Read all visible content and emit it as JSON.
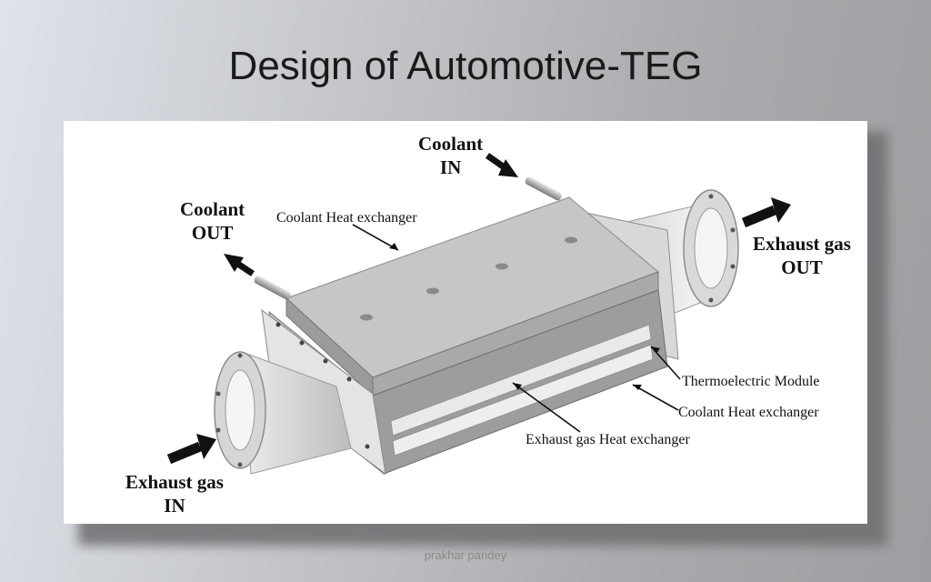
{
  "slide": {
    "title": "Design of Automotive-TEG",
    "footer": "prakhar pandey"
  },
  "diagram": {
    "labels": {
      "coolant_in": [
        "Coolant",
        "IN"
      ],
      "coolant_out": [
        "Coolant",
        "OUT"
      ],
      "exhaust_out": [
        "Exhaust gas",
        "OUT"
      ],
      "exhaust_in": [
        "Exhaust gas",
        "IN"
      ],
      "coolant_hx_top": "Coolant Heat exchanger",
      "thermoelectric_module": "Thermoelectric Module",
      "coolant_hx_bottom": "Coolant Heat exchanger",
      "exhaust_hx": "Exhaust gas Heat exchanger"
    }
  }
}
